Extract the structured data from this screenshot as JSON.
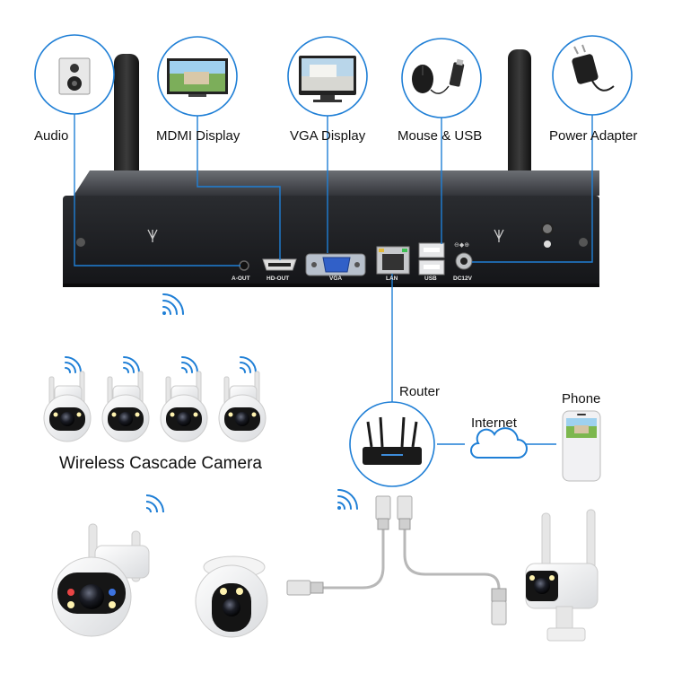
{
  "devices_top": {
    "audio": "Audio",
    "hdmi": "MDMI Display",
    "vga": "VGA Display",
    "mouse_usb": "Mouse & USB",
    "power": "Power Adapter"
  },
  "ports": {
    "aout": "A-OUT",
    "hdout": "HD-OUT",
    "vga": "VGA",
    "lan": "LAN",
    "usb": "USB",
    "dc": "DC12V"
  },
  "network": {
    "router": "Router",
    "internet": "Internet",
    "phone": "Phone"
  },
  "caption": "Wireless Cascade Camera",
  "colors": {
    "accent_blue": "#1f7fd6",
    "nvr_body": "#2b2d31",
    "cable_gray": "#b8b8b8"
  }
}
